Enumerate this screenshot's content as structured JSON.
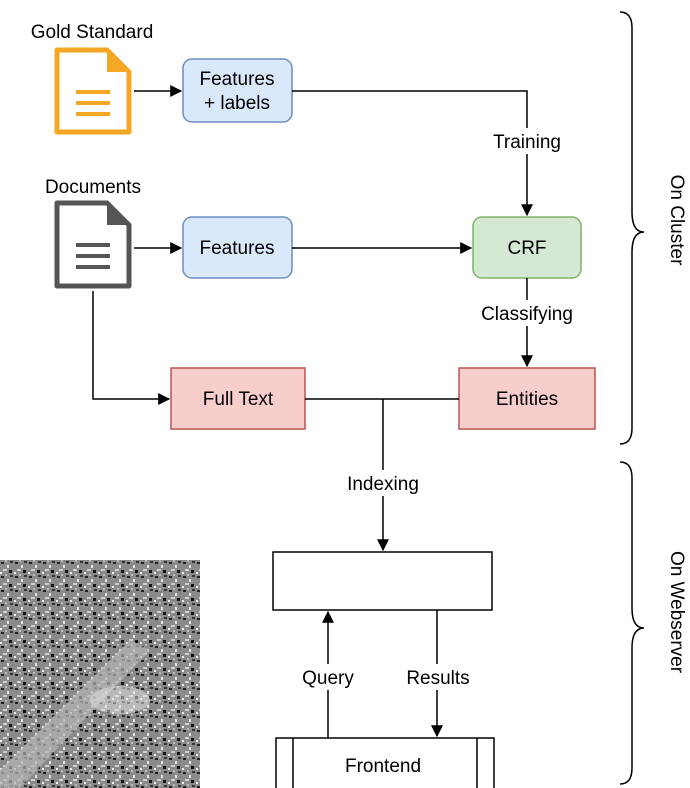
{
  "labels": {
    "gold_standard": "Gold Standard",
    "documents": "Documents",
    "training": "Training",
    "classifying": "Classifying",
    "indexing": "Indexing",
    "query": "Query",
    "results": "Results",
    "on_cluster": "On Cluster",
    "on_webserver": "On Webserver"
  },
  "nodes": {
    "features_labels_line1": "Features",
    "features_labels_line2": "+ labels",
    "features": "Features",
    "crf": "CRF",
    "full_text": "Full Text",
    "entities": "Entities",
    "index": "",
    "frontend": "Frontend"
  },
  "colors": {
    "gold_doc": "#F5A623",
    "gray_doc": "#555555",
    "blue_fill": "#DAE8FC",
    "blue_stroke": "#6C8EBF",
    "green_fill": "#D5E8D4",
    "green_stroke": "#82B366",
    "red_fill": "#F8CECC",
    "red_stroke": "#B85450"
  }
}
